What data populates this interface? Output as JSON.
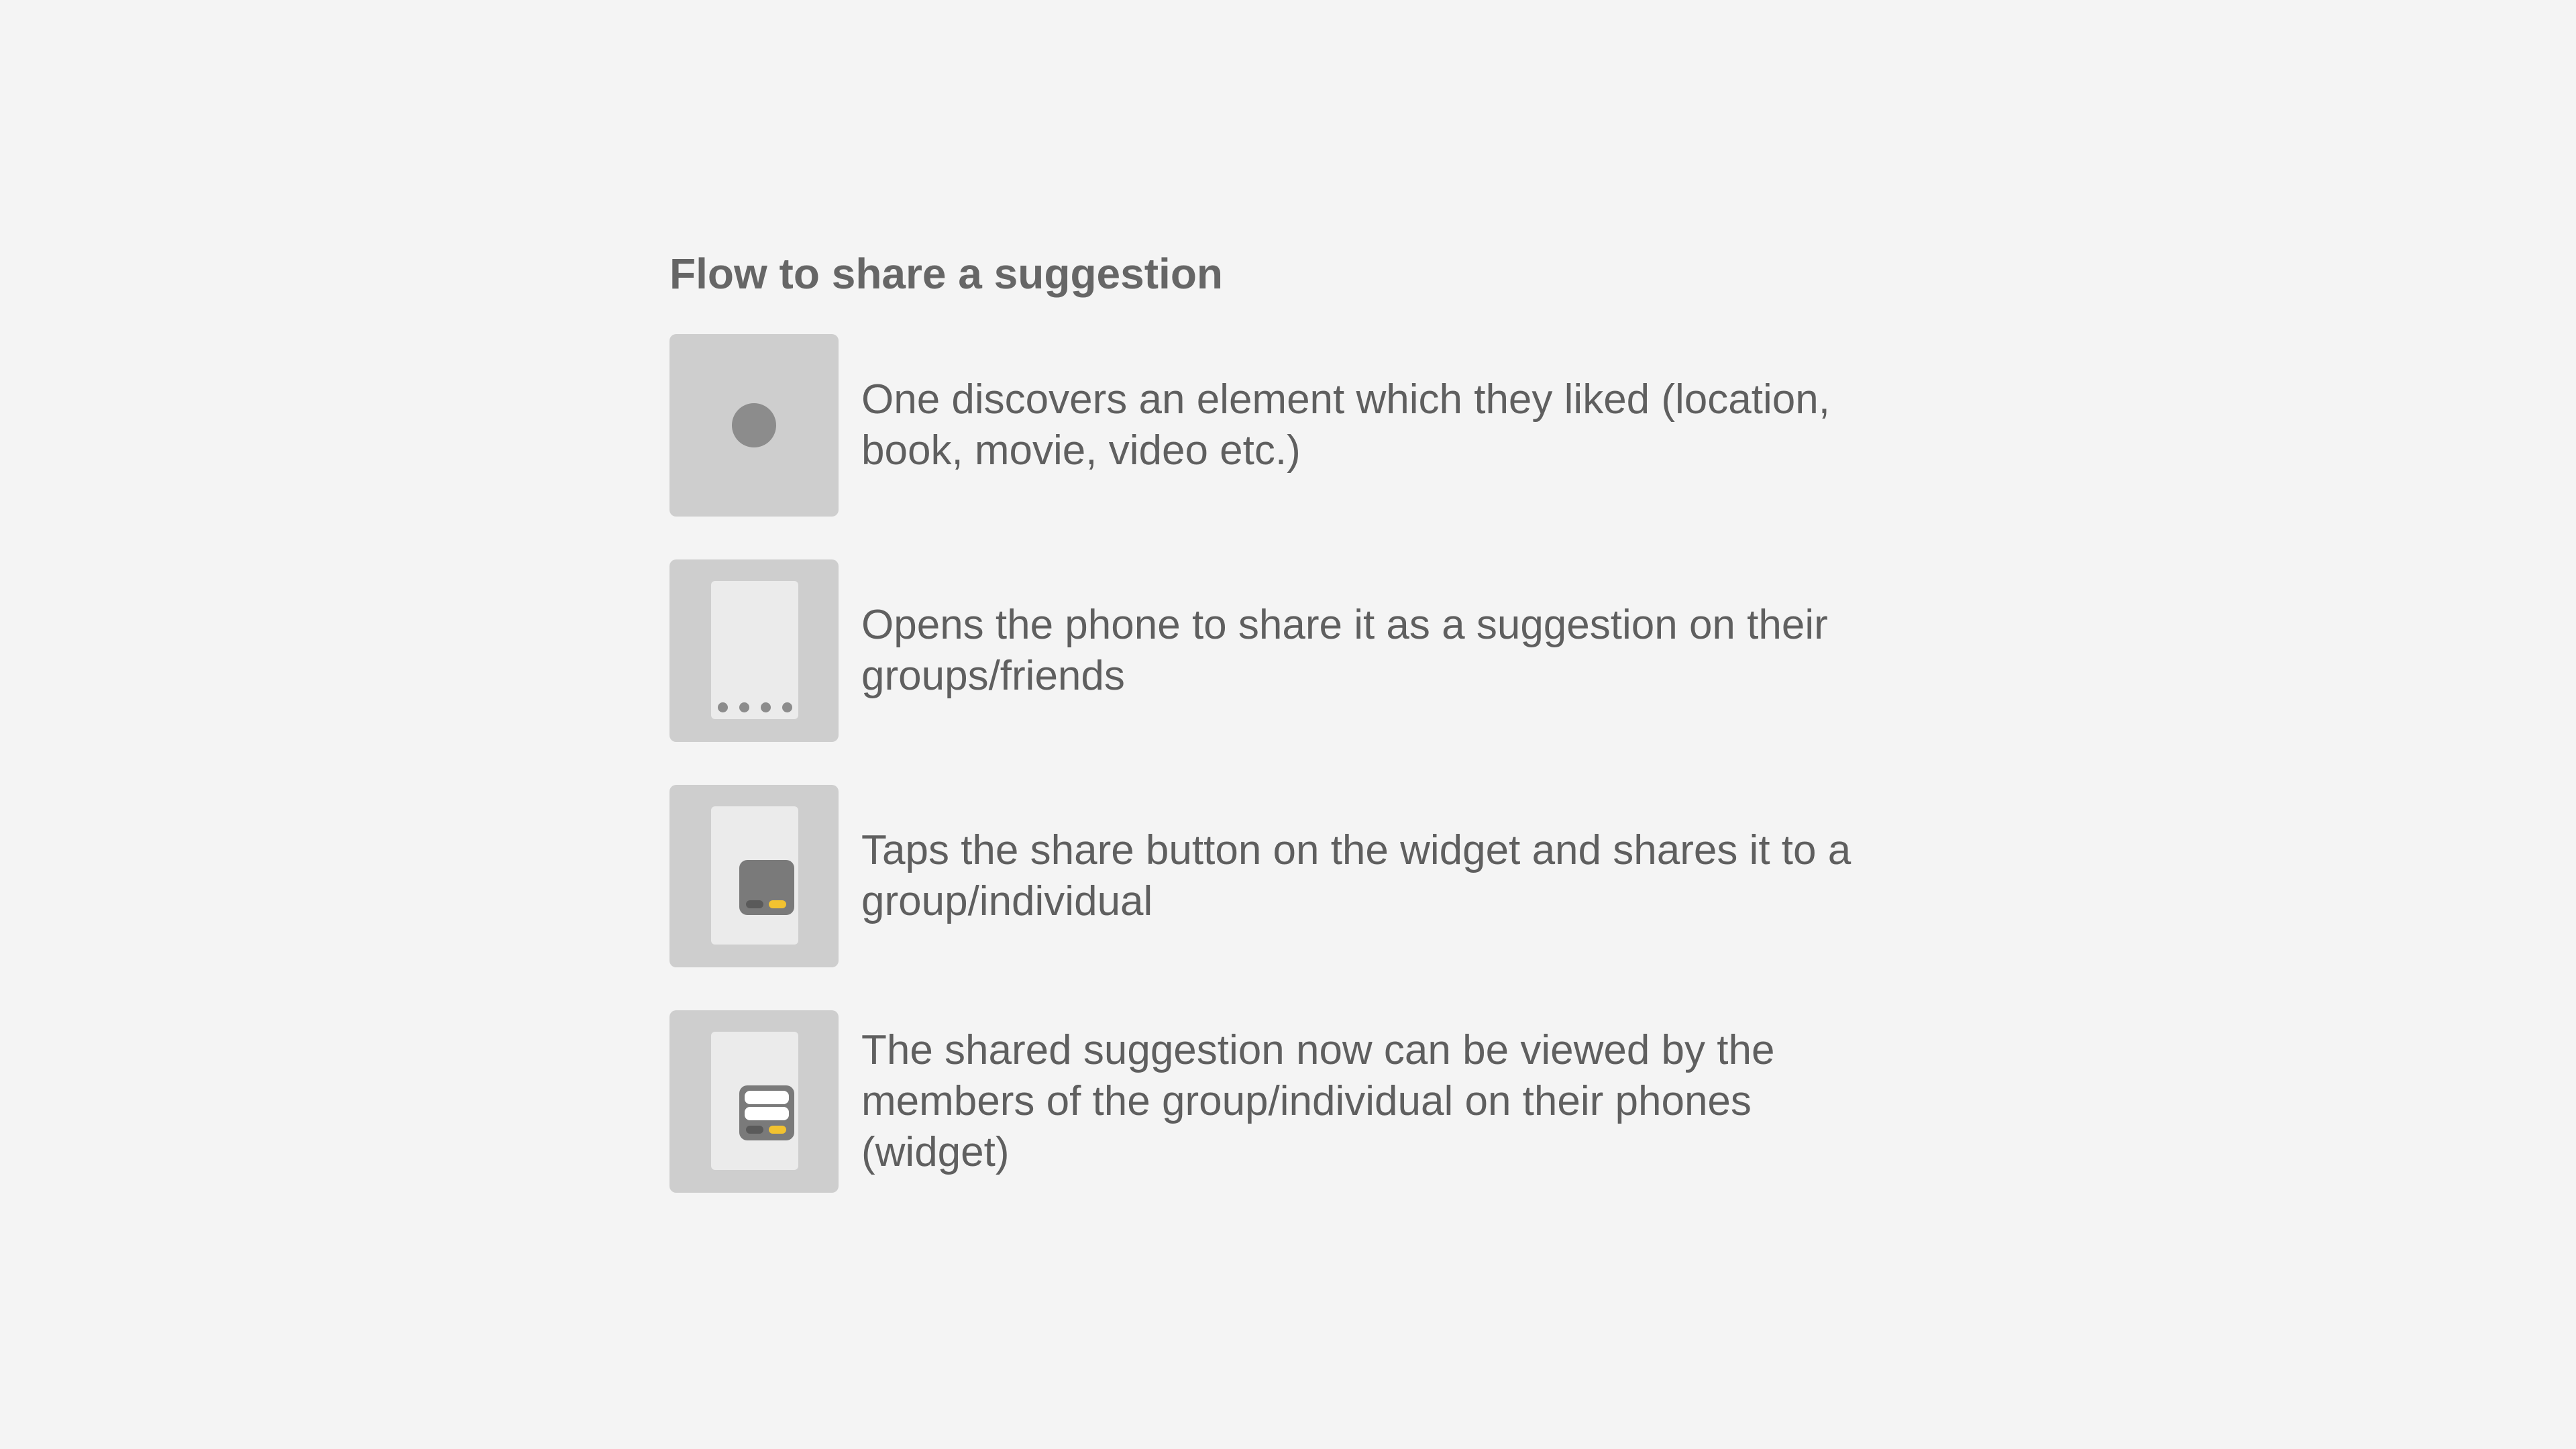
{
  "title": "Flow to share a suggestion",
  "steps": [
    {
      "icon": "circle-dot-icon",
      "text": "One discovers an element which they liked (location, book, movie, video etc.)"
    },
    {
      "icon": "phone-home-icon",
      "text": "Opens the phone to share it as a suggestion on their groups/friends"
    },
    {
      "icon": "phone-widget-share-icon",
      "text": "Taps the share button on the widget and shares it to a group/individual"
    },
    {
      "icon": "phone-widget-suggestion-icon",
      "text": "The shared suggestion now can be viewed by the members of the group/individual on their phones (widget)"
    }
  ],
  "colors": {
    "background": "#f4f4f4",
    "tile": "#cecece",
    "text": "#5f5f5f",
    "accent": "#f2c230"
  }
}
